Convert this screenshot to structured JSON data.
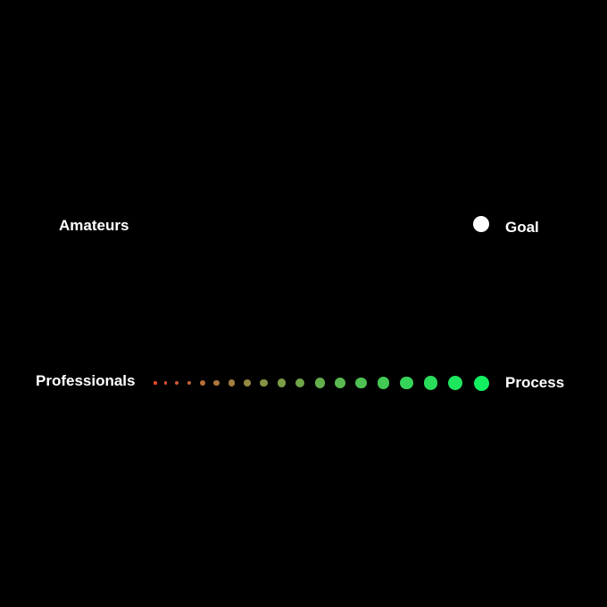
{
  "rows": {
    "amateurs": {
      "label": "Amateurs",
      "end_label": "Goal",
      "end_dot_color": "#ffffff"
    },
    "professionals": {
      "label": "Professionals",
      "end_label": "Process",
      "step_count": 19,
      "start_color": "#e8472e",
      "end_color": "#12f060"
    }
  }
}
